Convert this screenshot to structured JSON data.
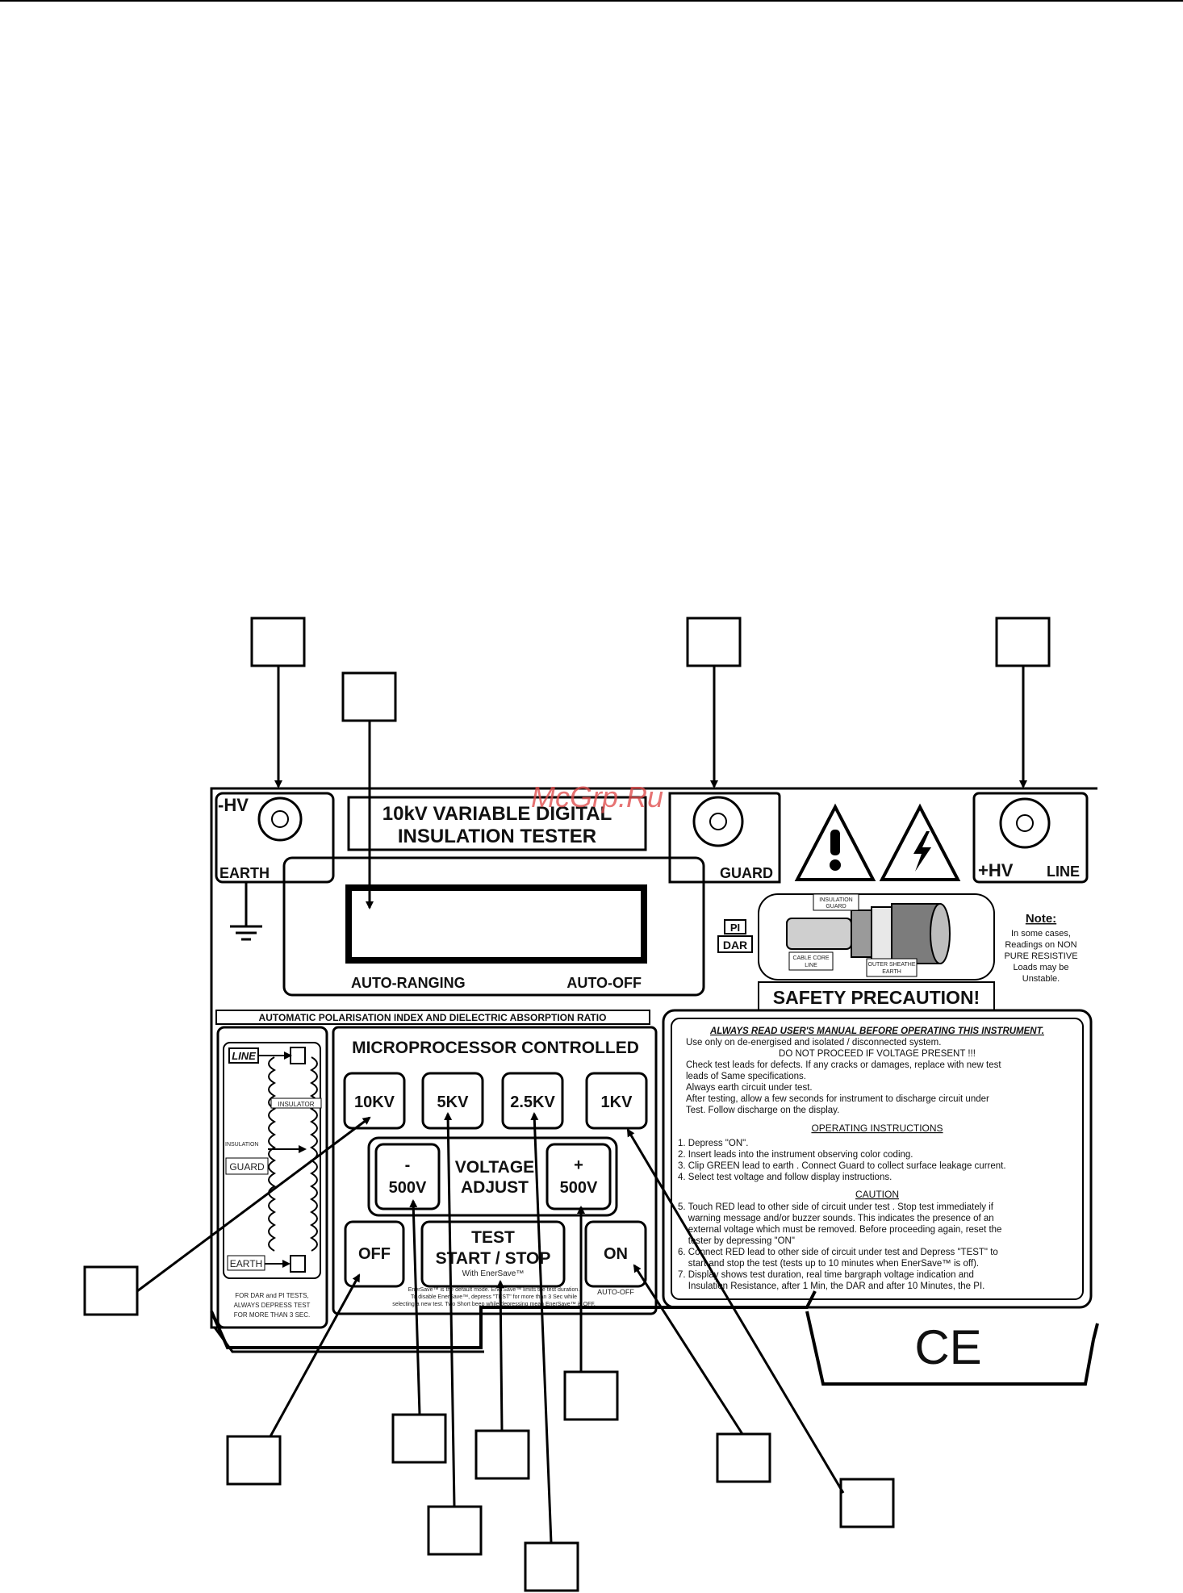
{
  "watermark": "McGrp.Ru",
  "panel": {
    "title_line1": "10kV VARIABLE DIGITAL",
    "title_line2": "INSULATION TESTER",
    "hv_minus": "-HV",
    "earth": "EARTH",
    "guard": "GUARD",
    "hv_plus": "+HV",
    "line": "LINE",
    "auto_ranging": "AUTO-RANGING",
    "auto_off": "AUTO-OFF",
    "pi": "PI",
    "dar": "DAR",
    "strip_text": "AUTOMATIC POLARISATION INDEX AND DIELECTRIC ABSORPTION RATIO",
    "microprocessor": "MICROPROCESSOR CONTROLLED",
    "note_title": "Note:",
    "note_lines": [
      "In some cases,",
      "Readings on NON",
      "PURE RESISTIVE",
      "Loads may be",
      "Unstable."
    ],
    "safety": "SAFETY PRECAUTION!",
    "cable_labels": {
      "insulation": "INSULATION",
      "guard": "GUARD",
      "cable_core": "CABLE CORE",
      "line": "LINE",
      "outer_sheath": "OUTER SHEATHE",
      "earth": "EARTH"
    },
    "left_diagram": {
      "line": "LINE",
      "insulator": "INSULATOR",
      "insulation": "INSULATION",
      "guard": "GUARD",
      "earth": "EARTH",
      "footer1": "FOR DAR and PI TESTS,",
      "footer2": "ALWAYS DEPRESS TEST",
      "footer3": "FOR MORE THAN 3 SEC."
    },
    "ce_mark": "CE"
  },
  "buttons": {
    "kv10": "10KV",
    "kv5": "5KV",
    "kv25": "2.5KV",
    "kv1": "1KV",
    "minus_sign": "-",
    "minus_value": "500V",
    "voltage_adjust_1": "VOLTAGE",
    "voltage_adjust_2": "ADJUST",
    "plus_sign": "+",
    "plus_value": "500V",
    "off": "OFF",
    "test_1": "TEST",
    "test_2": "START / STOP",
    "test_3": "With EnerSave™",
    "on": "ON",
    "auto_off_small": "AUTO-OFF"
  },
  "enersave_note": [
    "EnerSave™ is the default mode. EnerSave™ limits the test duration.",
    "To disable EnerSave™, depress \"TEST\" for more than 3 Sec while",
    "selecting a new test. Two Short beep while depressing mean EnerSave™ is OFF."
  ],
  "instructions": {
    "header": "ALWAYS READ USER'S MANUAL BEFORE OPERATING THIS INSTRUMENT.",
    "lines": [
      "Use only on de-energised and isolated / disconnected system.",
      "DO NOT PROCEED IF VOLTAGE PRESENT !!!",
      "Check test leads for defects. If any cracks or damages, replace with new test",
      "leads of Same specifications.",
      "Always earth circuit under test.",
      "After testing, allow a few seconds for instrument to discharge circuit under",
      "Test. Follow discharge on the display."
    ],
    "operating_title": "OPERATING INSTRUCTIONS",
    "operating": [
      "1. Depress \"ON\".",
      "2. Insert leads into the instrument observing color coding.",
      "3. Clip GREEN lead to earth . Connect Guard to collect surface leakage current.",
      "4. Select test voltage and follow display instructions."
    ],
    "caution_title": "CAUTION",
    "caution": [
      "5. Touch RED lead to other side of circuit under test . Stop test immediately if",
      "    warning message and/or buzzer sounds. This indicates the presence of an",
      "    external voltage which must be removed. Before proceeding again, reset the",
      "    tester by depressing \"ON\"",
      "6. Connect RED lead to other side of circuit under test and Depress \"TEST\" to",
      "    start and stop the test (tests up to 10 minutes when EnerSave™ is off).",
      "7. Display shows test duration, real time bargraph voltage indication and",
      "    Insulation Resistance, after 1 Min, the DAR and after 10 Minutes, the PI."
    ]
  }
}
